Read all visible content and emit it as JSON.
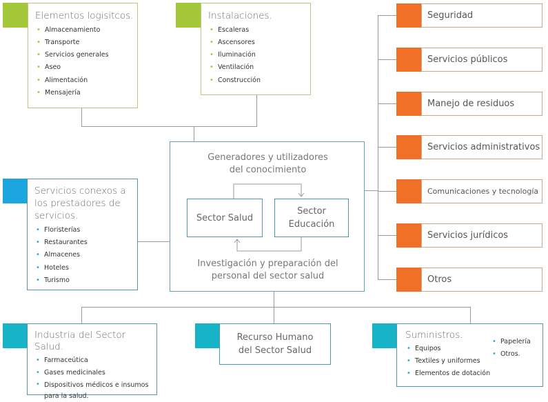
{
  "logistics": {
    "title": "Elementos logisitcos.",
    "items": [
      "Almacenamiento",
      "Transporte",
      "Servicios generales",
      "Aseo",
      "Alimentación",
      "Mensajería"
    ]
  },
  "facilities": {
    "title": "Instalaciones.",
    "items": [
      "Escaleras",
      "Ascensores",
      "Iluminación",
      "Ventilación",
      "Construcción"
    ]
  },
  "related_services": {
    "title": "Servicios conexos a los prestadores de servicios.",
    "items": [
      "Floristerías",
      "Restaurantes",
      "Almacenes",
      "Hoteles",
      "Turismo"
    ]
  },
  "center": {
    "top_text": "Generadores y utilizadores del conocimiento",
    "left_box": "Sector Salud",
    "right_box": "Sector Educación",
    "bottom_text": "Investigación y preparación del personal del sector salud"
  },
  "right_services": [
    "Seguridad",
    "Servicios públicos",
    "Manejo de residuos",
    "Servicios administrativos",
    "Comunicaciones y tecnología",
    "Servicios jurídicos",
    "Otros"
  ],
  "industry": {
    "title": "Industria del Sector Salud.",
    "items": [
      "Farmaceútica",
      "Gases medicinales",
      "Dispositivos médicos e insumos para la salud."
    ]
  },
  "human_resources": {
    "title": "Recurso Humano del Sector Salud"
  },
  "supplies": {
    "title": "Suministros.",
    "items_col1": [
      "Equipos",
      "Textiles y uniformes",
      "Elementos de dotación"
    ],
    "items_col2": [
      "Papelería",
      "Otros."
    ]
  },
  "colors": {
    "green": "#a4c639",
    "blue": "#1ca6e0",
    "teal": "#17b4c7",
    "orange": "#f07028"
  },
  "bullet": "•"
}
